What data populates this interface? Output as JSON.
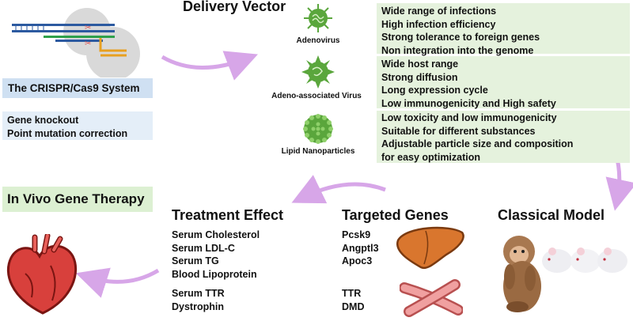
{
  "crispr": {
    "title": "The CRISPR/Cas9 System",
    "functions": [
      "Gene knockout",
      "Point mutation correction"
    ]
  },
  "delivery": {
    "title": "Delivery Vector",
    "vectors": [
      {
        "name": "Adenovirus",
        "icon": "adenovirus-icon",
        "features": [
          "Wide range of infections",
          "High infection efficiency",
          "Strong tolerance to foreign genes",
          "Non integration into the genome"
        ]
      },
      {
        "name": "Adeno-associated Virus",
        "icon": "aav-icon",
        "features": [
          "Wide host range",
          "Strong diffusion",
          "Long expression cycle",
          "Low immunogenicity and High safety"
        ]
      },
      {
        "name": "Lipid Nanoparticles",
        "icon": "lipid-nanoparticle-icon",
        "features": [
          "Low toxicity and low immunogenicity",
          "Suitable for different substances",
          "Adjustable particle size and composition",
          "for easy optimization"
        ]
      }
    ]
  },
  "therapy": {
    "title": "In Vivo Gene Therapy"
  },
  "treatment": {
    "title": "Treatment Effect",
    "group1": [
      "Serum Cholesterol",
      "Serum LDL-C",
      "Serum TG",
      "Blood Lipoprotein"
    ],
    "group2": [
      "Serum TTR",
      "Dystrophin"
    ]
  },
  "targets": {
    "title": "Targeted Genes",
    "group1": [
      "Pcsk9",
      "Angptl3",
      "Apoc3"
    ],
    "group2": [
      "TTR",
      "DMD"
    ]
  },
  "model": {
    "title": "Classical Model"
  },
  "colors": {
    "arrow": "#d7a6e8",
    "virus_green": "#5aa63c",
    "green_box": "#e5f2dd",
    "blue_box": "#cfe0f2",
    "liver": "#d9762e",
    "muscle": "#e88a8a",
    "heart": "#d8403c"
  }
}
